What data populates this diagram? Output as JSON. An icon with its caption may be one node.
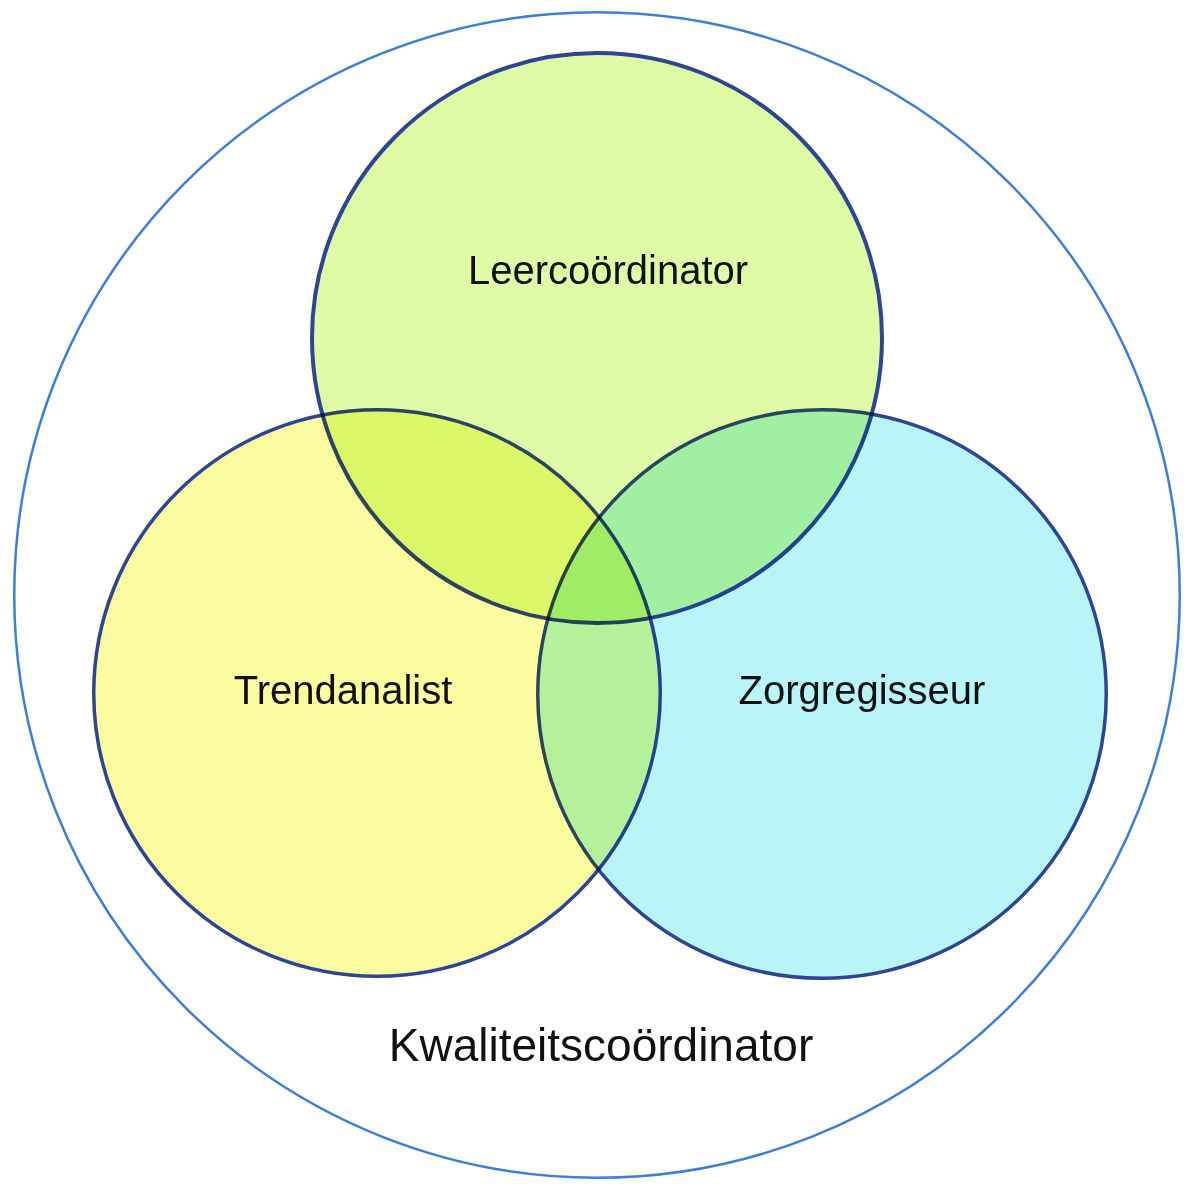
{
  "diagram": {
    "nodes": [
      {
        "text": [
          "Kwaliteitscoördinator"
        ]
      },
      {
        "text": [
          "Leercoördinator"
        ],
        "in": 0
      },
      {
        "text": [
          "Trendanalist"
        ],
        "in": 0
      },
      {
        "text": [
          "Zorgregisseur"
        ],
        "in": 0
      }
    ]
  }
}
